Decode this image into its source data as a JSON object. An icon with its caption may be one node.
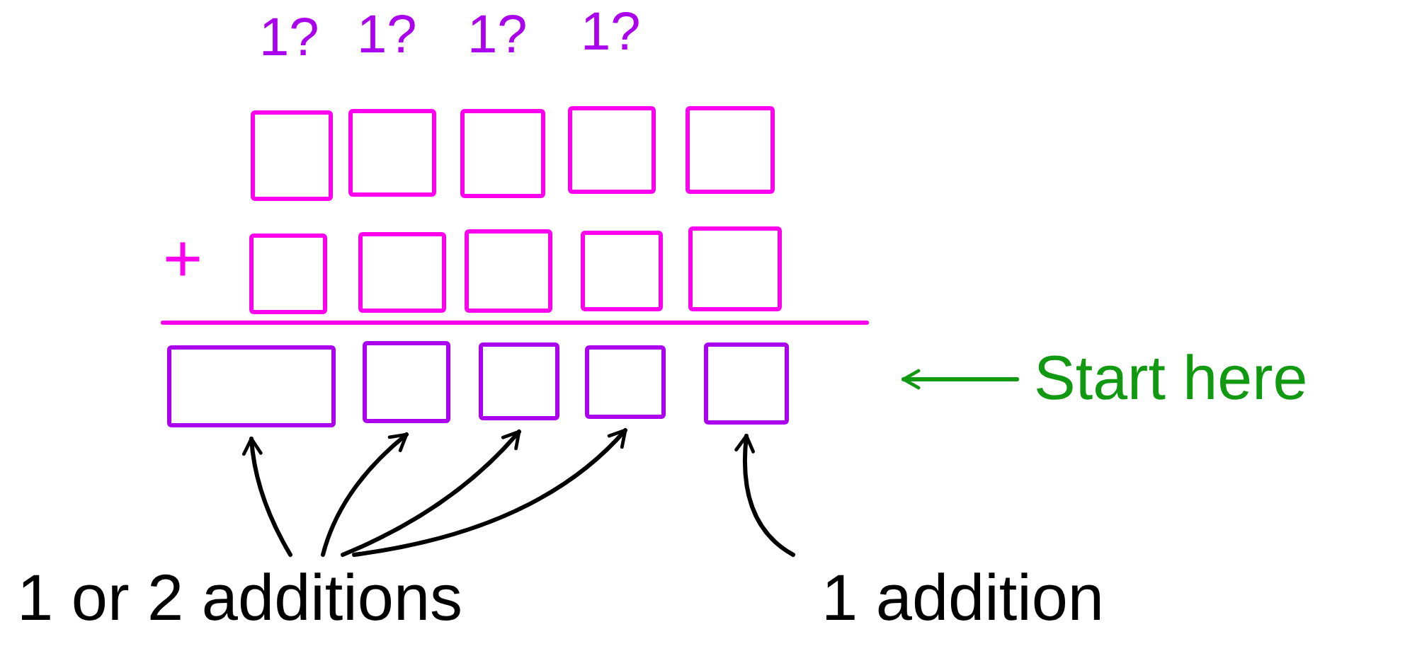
{
  "diagram": {
    "nodes": [
      {
        "text": [],
        "shape": "box"
      },
      {
        "text": [],
        "shape": "box"
      },
      {
        "text": [],
        "shape": "box"
      },
      {
        "text": [],
        "shape": "box"
      },
      {
        "text": [],
        "shape": "box"
      },
      {
        "text": [],
        "shape": "box"
      },
      {
        "text": [],
        "shape": "box"
      },
      {
        "text": [],
        "shape": "box"
      },
      {
        "text": [],
        "shape": "box"
      },
      {
        "text": [],
        "shape": "box"
      },
      {
        "text": [],
        "shape": "box"
      },
      {
        "text": [],
        "shape": "box"
      },
      {
        "text": [],
        "shape": "box"
      },
      {
        "text": [],
        "shape": "box"
      },
      {
        "text": [],
        "shape": "box"
      },
      {
        "text": [
          "1 or 2 additions"
        ]
      },
      {
        "text": [
          "1 addition"
        ]
      },
      {
        "text": [
          "Start here"
        ]
      }
    ],
    "edges": [
      {
        "from": 15,
        "to": 10,
        "arrow": "to"
      },
      {
        "from": 15,
        "to": 11,
        "arrow": "to"
      },
      {
        "from": 15,
        "to": 12,
        "arrow": "to"
      },
      {
        "from": 15,
        "to": 13,
        "arrow": "to"
      },
      {
        "from": 16,
        "to": 14,
        "arrow": "to"
      },
      {
        "from": 17,
        "to": null,
        "arrow": "to",
        "color": "#119911"
      }
    ],
    "labels": [
      "1?",
      "1?",
      "1?",
      "1?",
      "+"
    ]
  }
}
